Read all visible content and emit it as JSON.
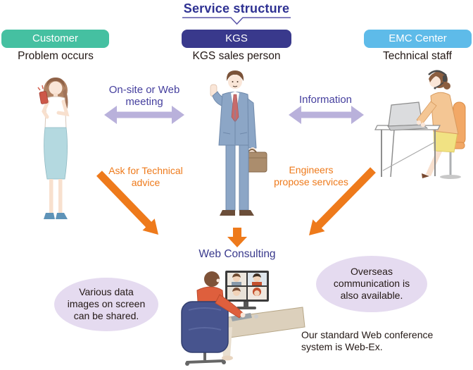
{
  "title": "Service structure",
  "entities": {
    "customer": {
      "label": "Customer",
      "subtitle": "Problem occurs"
    },
    "kgs": {
      "label": "KGS",
      "subtitle": "KGS sales person"
    },
    "emc": {
      "label": "EMC Center",
      "subtitle": "Technical staff"
    }
  },
  "arrows": {
    "meeting": {
      "label": "On-site or Web\nmeeting"
    },
    "information": {
      "label": "Information"
    },
    "advice": {
      "label": "Ask for Technical\nadvice"
    },
    "engineers": {
      "label": "Engineers\npropose services"
    }
  },
  "web_consulting": {
    "label": "Web Consulting"
  },
  "callouts": {
    "data_sharing": {
      "text": "Various data\nimages on screen\ncan be shared."
    },
    "overseas": {
      "text": "Overseas\ncommunication is\nalso available."
    }
  },
  "footnote": {
    "text": "Our standard Web conference\nsystem is Web-Ex."
  },
  "colors": {
    "customer_pill": "#45C0A1",
    "kgs_pill": "#39398C",
    "emc_pill": "#5EBBE9",
    "title_text": "#2E3192",
    "purple_arrow": "#B9B1DB",
    "purple_label": "#453F9E",
    "orange": "#EE7A1B",
    "callout_fill": "#E5DBF0",
    "body_text": "#231815"
  }
}
